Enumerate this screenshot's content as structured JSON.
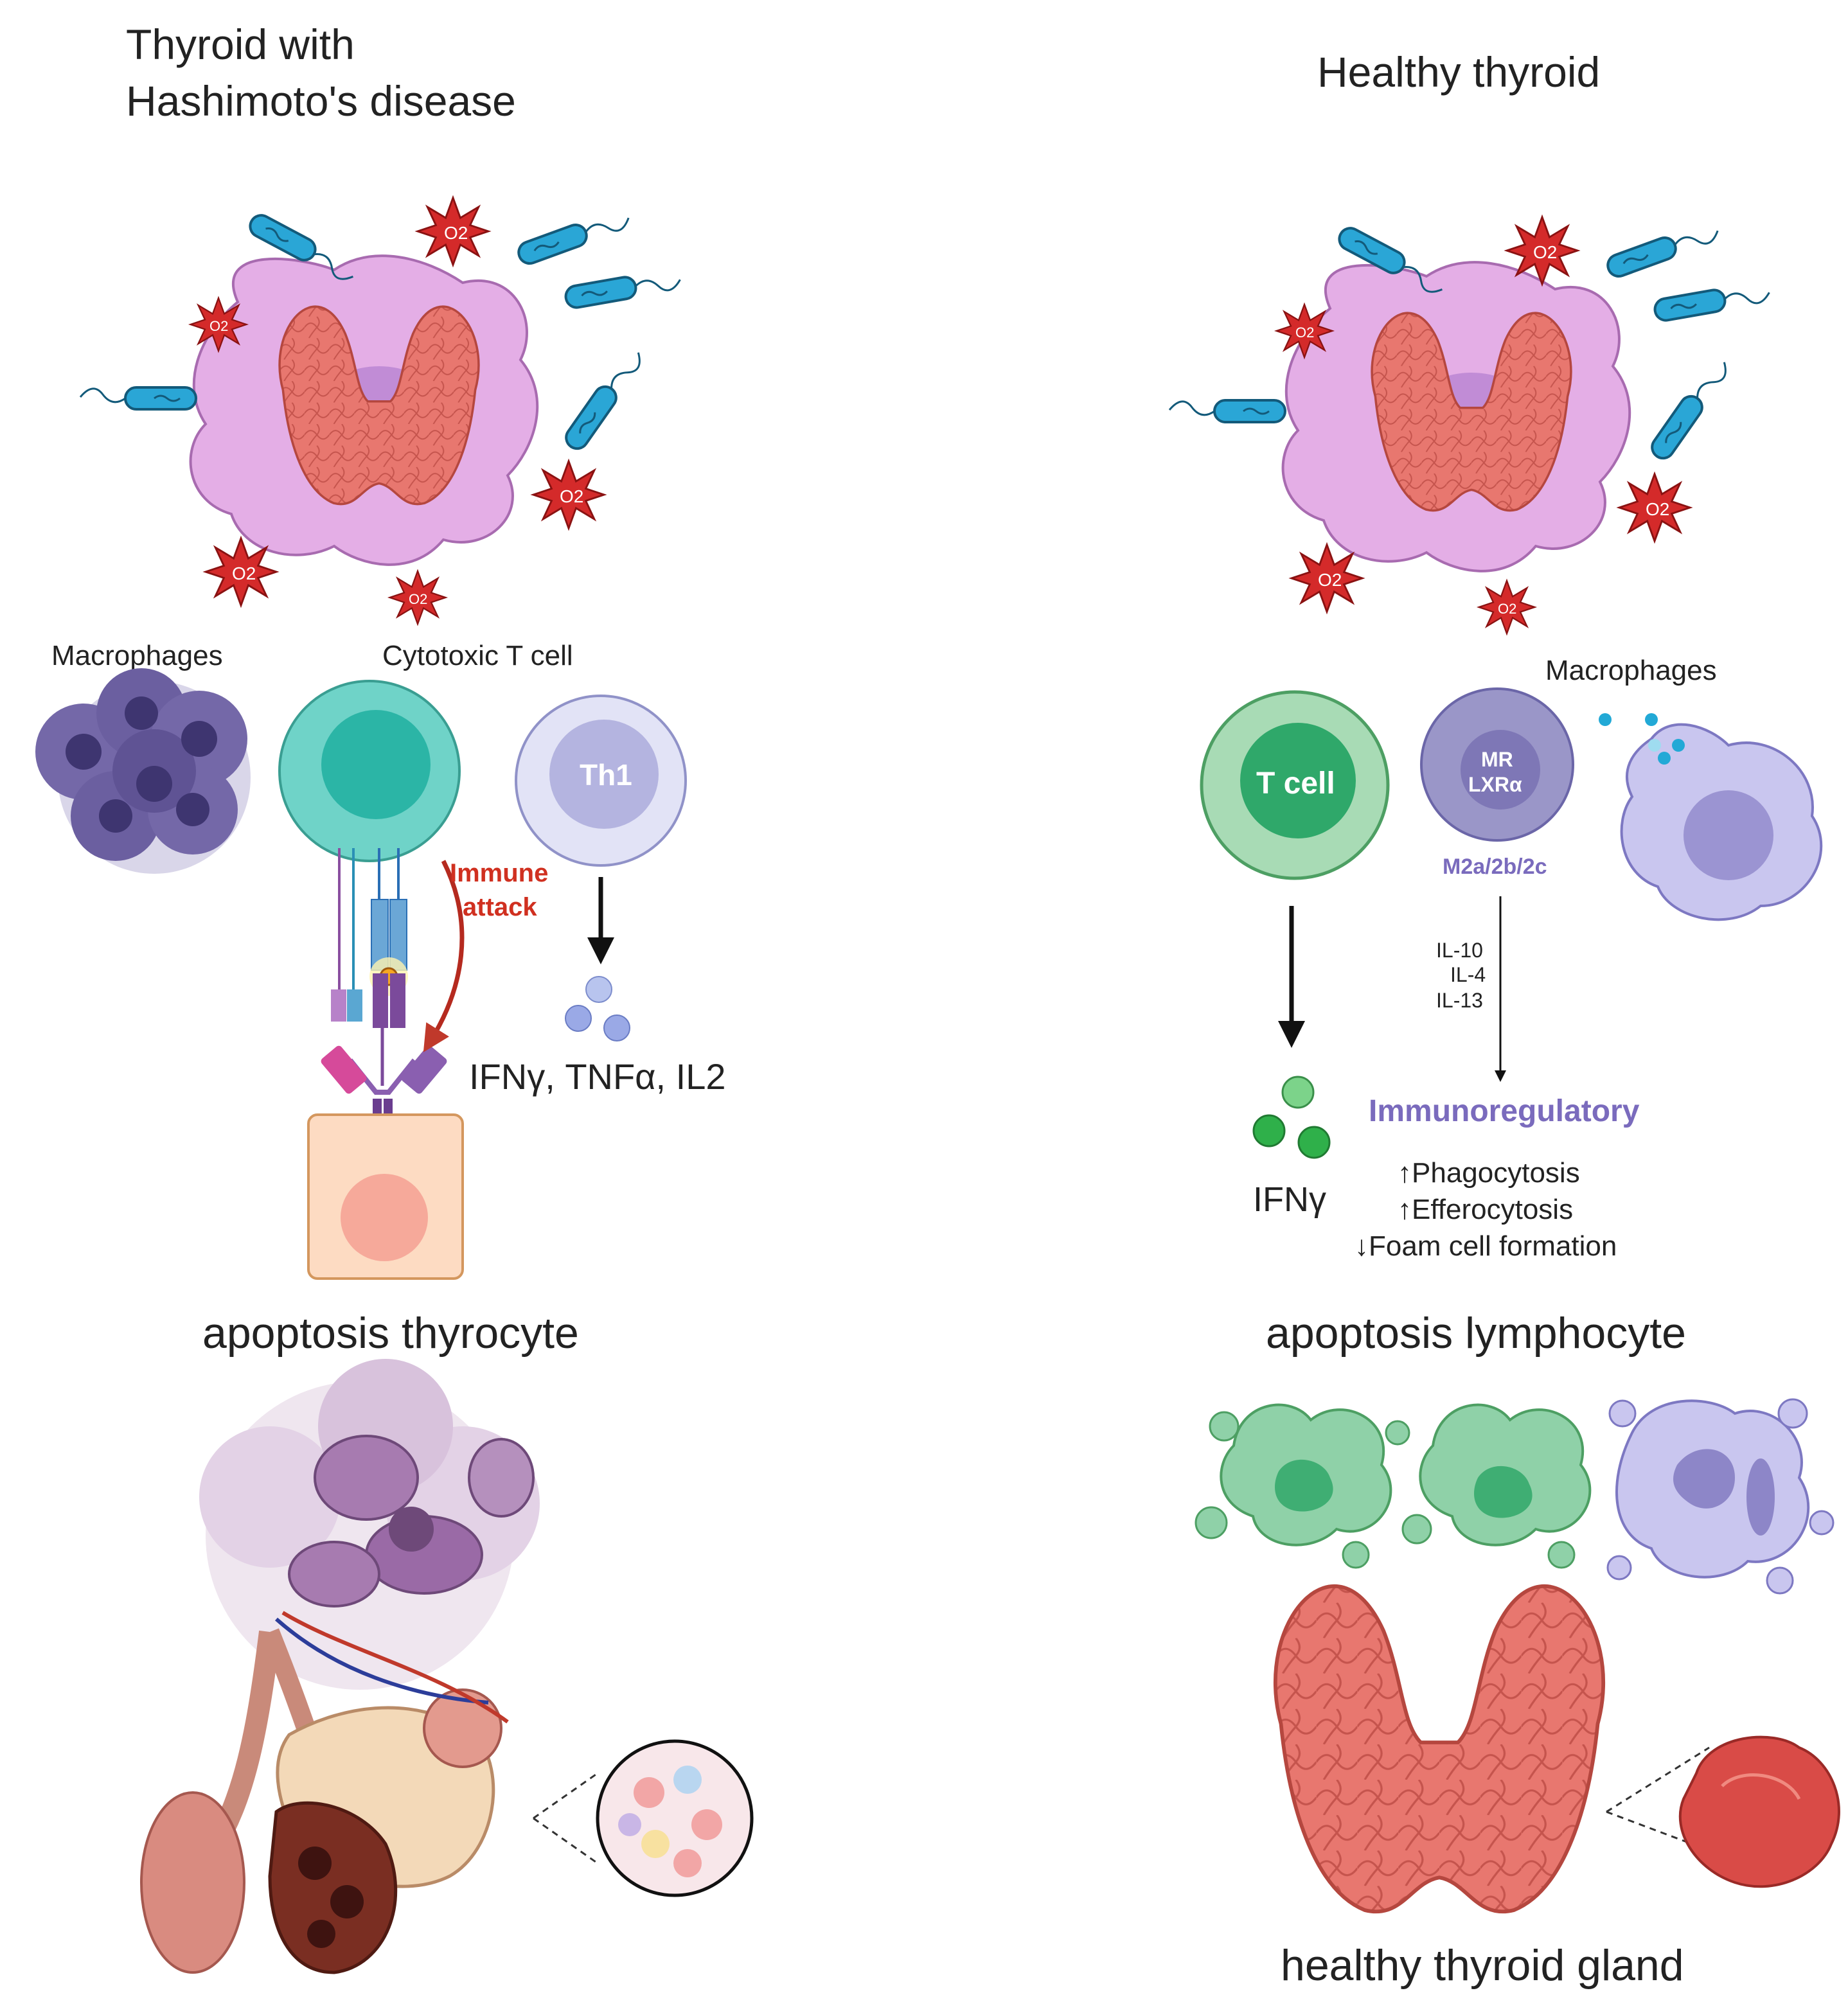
{
  "left_panel": {
    "title_line1": "Thyroid with",
    "title_line2": "Hashimoto's disease",
    "macrophages_label": "Macrophages",
    "cytotoxic_label": "Cytotoxic T cell",
    "th1_label": "Th1",
    "immune_attack_line1": "Immune",
    "immune_attack_line2": "attack",
    "cytokines": "IFNγ, TNFα, IL2",
    "apoptosis_label": "apoptosis  thyrocyte",
    "o2_label": "O2"
  },
  "right_panel": {
    "title": "Healthy thyroid",
    "macrophages_label": "Macrophages",
    "tcell_label": "T cell",
    "mr_label": "MR",
    "lxr_label": "LXRα",
    "subtypes_label": "M2a/2b/2c",
    "il10": "IL-10",
    "il4": "IL-4",
    "il13": "IL-13",
    "ifn_label": "IFNγ",
    "immunoregulatory": "Immunoregulatory",
    "effect1": "↑Phagocytosis",
    "effect2": "↑Efferocytosis",
    "effect3": "↓Foam cell formation",
    "apoptosis_label": "apoptosis  lymphocyte",
    "gland_label": "healthy thyroid gland"
  },
  "colors": {
    "thyroid": "#e8776f",
    "macrophage_cell": "#e4aee6",
    "o2_star": "#d42a2a",
    "bacteria": "#2aa6d6",
    "cytotoxic": "#6fd3c8",
    "th1": "#c7c9ee",
    "tcell_green": "#8fcf9e",
    "immune_red": "#d03020",
    "immunoregulatory": "#7a6bbd"
  }
}
